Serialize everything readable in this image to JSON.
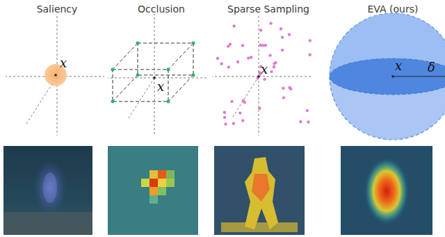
{
  "diagram": {
    "nodes": [
      {
        "text": [
          "x",
          "δ"
        ]
      }
    ],
    "labels": [
      "Saliency",
      "Occlusion",
      "Sparse Sampling",
      "EVA (ours)",
      "x",
      "x",
      "x"
    ]
  }
}
